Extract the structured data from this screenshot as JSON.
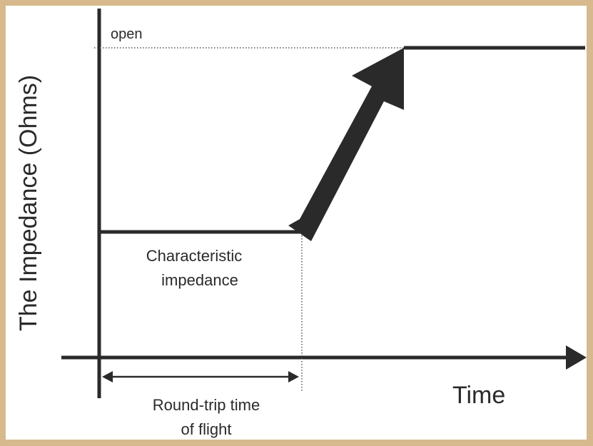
{
  "diagram": {
    "y_axis_label": "The Impedance (Ohms)",
    "x_axis_label": "Time",
    "open_label": "open",
    "characteristic_label_line1": "Characteristic",
    "characteristic_label_line2": "impedance",
    "round_trip_label_line1": "Round-trip time",
    "round_trip_label_line2": "of flight"
  },
  "colors": {
    "frame_border": "#d6b98c",
    "line": "#2a2a2a",
    "background": "#ffffff"
  }
}
